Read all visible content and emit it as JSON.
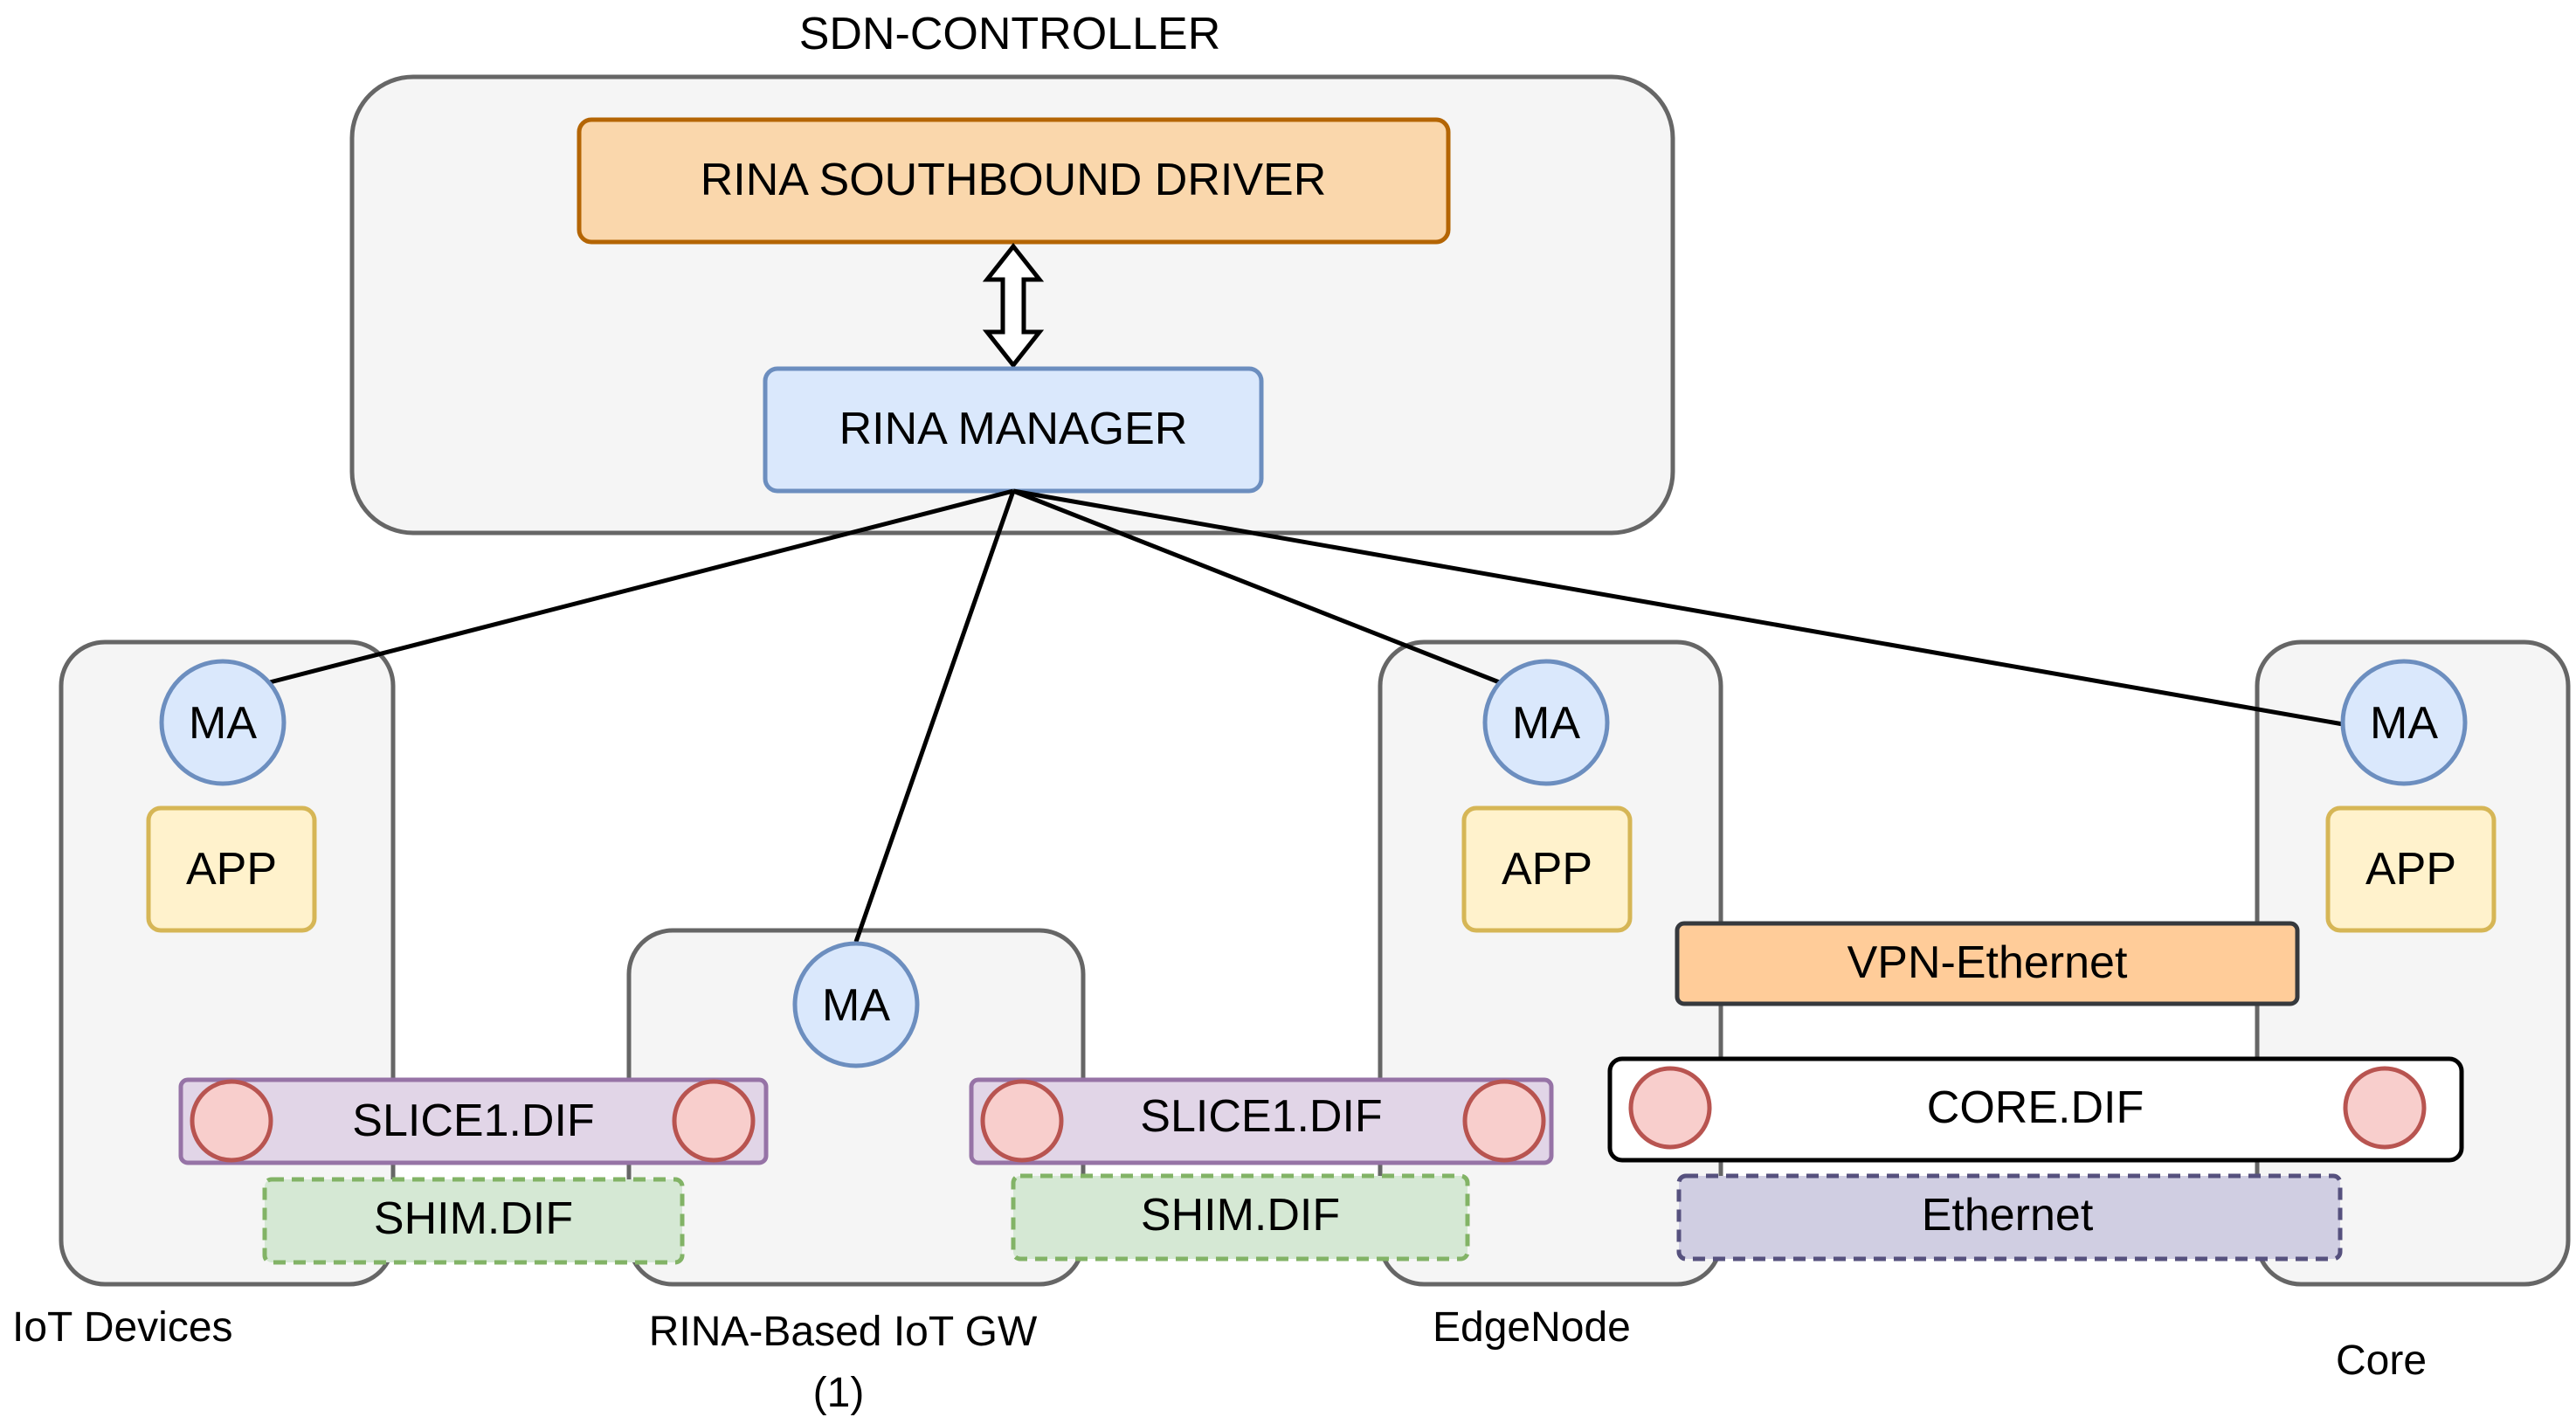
{
  "controller": {
    "title": "SDN-CONTROLLER",
    "driver_label": "RINA SOUTHBOUND DRIVER",
    "manager_label": "RINA MANAGER"
  },
  "nodes": {
    "iot_devices": {
      "caption": "IoT Devices",
      "ma": "MA",
      "app": "APP"
    },
    "gateway": {
      "caption_line1": "RINA-Based IoT GW",
      "caption_line2": "(1)",
      "ma": "MA"
    },
    "edge": {
      "caption": "EdgeNode",
      "ma": "MA",
      "app": "APP"
    },
    "core": {
      "caption": "Core",
      "ma": "MA",
      "app": "APP"
    }
  },
  "layers": {
    "slice_left": "SLICE1.DIF",
    "slice_right": "SLICE1.DIF",
    "shim_left": "SHIM.DIF",
    "shim_right": "SHIM.DIF",
    "vpn": "VPN-Ethernet",
    "core_dif": "CORE.DIF",
    "ethernet": "Ethernet"
  },
  "colors": {
    "container_fill": "#f5f5f5",
    "container_stroke": "#666666",
    "driver_fill": "#fad7ac",
    "driver_stroke": "#b46504",
    "manager_fill": "#dae8fc",
    "manager_stroke": "#6c8ebf",
    "ma_fill": "#dae8fc",
    "ma_stroke": "#6c8ebf",
    "app_fill": "#fff2cc",
    "app_stroke": "#d6b656",
    "slice_fill": "#e1d5e7",
    "slice_stroke": "#9673a6",
    "ipcp_fill": "#f8cecc",
    "ipcp_stroke": "#b85450",
    "shim_fill": "#d5e8d4",
    "shim_stroke": "#82b366",
    "vpn_fill": "#ffcc99",
    "vpn_stroke": "#36393d",
    "ethernet_fill": "#d0cee2",
    "ethernet_stroke": "#56517e"
  }
}
